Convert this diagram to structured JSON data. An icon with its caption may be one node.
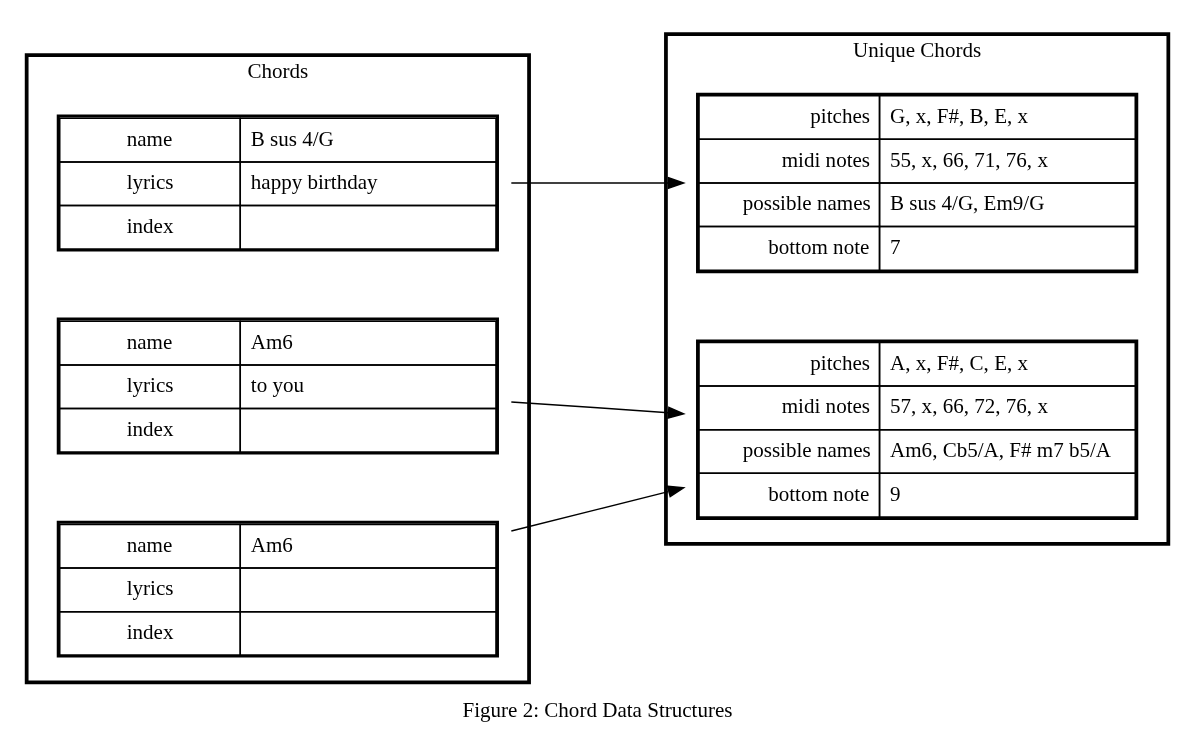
{
  "diagram": {
    "caption": "Figure 2: Chord Data Structures",
    "nodes": [
      {
        "text": [
          "Chords"
        ]
      },
      {
        "text": [
          "name",
          "B sus 4/G",
          "lyrics",
          "happy birthday",
          "index"
        ],
        "in": 0
      },
      {
        "text": [
          "name",
          "Am6",
          "lyrics",
          "to you",
          "index"
        ],
        "in": 0
      },
      {
        "text": [
          "name",
          "Am6",
          "lyrics",
          "index"
        ],
        "in": 0
      },
      {
        "text": [
          "Unique Chords"
        ]
      },
      {
        "text": [
          "pitches",
          "G, x, F#, B, E, x",
          "midi notes",
          "55, x, 66, 71, 76, x",
          "possible names",
          "B sus 4/G, Em9/G",
          "bottom note",
          "7"
        ],
        "in": 4
      },
      {
        "text": [
          "pitches",
          "A, x, F#, C, E, x",
          "midi notes",
          "57, x, 66, 72, 76, x",
          "possible names",
          "Am6, Cb5/A, F# m7 b5/A",
          "bottom note",
          "9"
        ],
        "in": 4
      }
    ],
    "edges": [
      {
        "from": 1,
        "to": 5,
        "arrow": "to"
      },
      {
        "from": 2,
        "to": 6,
        "arrow": "to"
      },
      {
        "from": 3,
        "to": 6,
        "arrow": "to"
      }
    ]
  }
}
